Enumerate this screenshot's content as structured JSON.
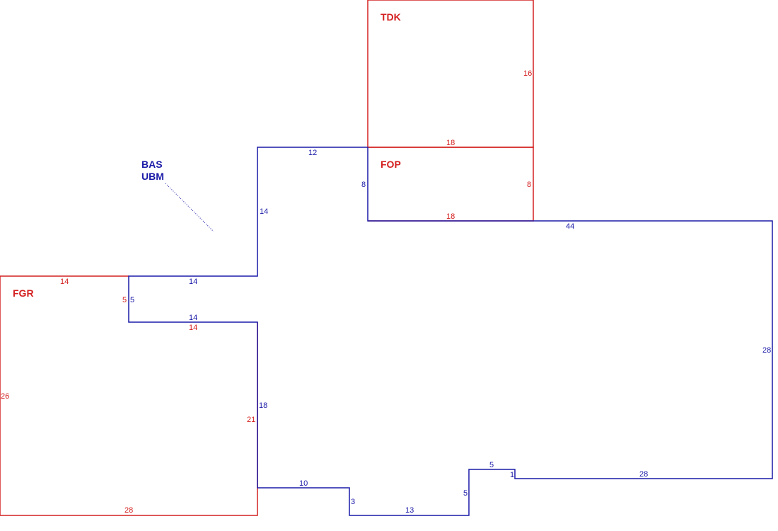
{
  "colors": {
    "blue": "#1a1aa8",
    "red": "#d42020",
    "background": "#ffffff"
  },
  "areas": {
    "tdk": "TDK",
    "fop": "FOP",
    "fgr": "FGR",
    "bas": "BAS",
    "ubm": "UBM"
  },
  "dimensions": {
    "tdk_right": "16",
    "tdk_bottom": "18",
    "fop_left": "8",
    "fop_right": "8",
    "fop_bottom": "18",
    "bas_top_12": "12",
    "bas_left_14": "14",
    "bas_top_44": "44",
    "bas_right_28": "28",
    "bas_step_14_top": "14",
    "bas_step_5": "5",
    "bas_step_14_bottom": "14",
    "bas_left_18": "18",
    "bas_bottom_10": "10",
    "bas_step_3": "3",
    "bas_bottom_13": "13",
    "bas_step_5b": "5",
    "bas_top_5": "5",
    "bas_step_1": "1",
    "bas_bottom_28": "28",
    "fgr_top_14": "14",
    "fgr_right_5": "5",
    "fgr_inner_14": "14",
    "fgr_left_26": "26",
    "fgr_right_21": "21",
    "fgr_bottom_28": "28"
  }
}
